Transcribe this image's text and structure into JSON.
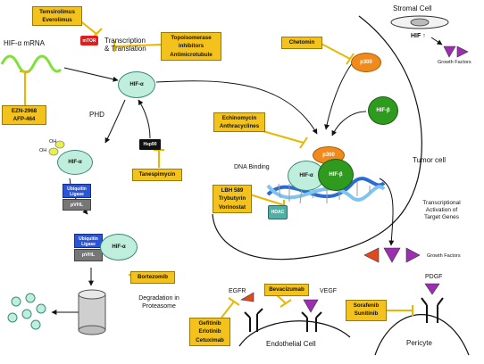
{
  "drugs": {
    "temsirolimus": [
      "Temsirolimus",
      "Everolimus"
    ],
    "topoisomerase": [
      "Topoisomerase",
      "inhibitors",
      "Antimicrotubule"
    ],
    "chetomin": [
      "Chetomin"
    ],
    "ezn": [
      "EZN-2968",
      "AFP-464"
    ],
    "echinomycin": [
      "Echinomycin",
      "Anthracyclines"
    ],
    "tanespimycin": [
      "Tanespimycin"
    ],
    "lbh": [
      "LBH 589",
      "Trybutyrin",
      "Vorinostat"
    ],
    "bortezomib": [
      "Bortezomib"
    ],
    "bevacizumab": [
      "Bevacizumab"
    ],
    "sorafenib": [
      "Sorafenib",
      "Sunitinib"
    ],
    "gefitinib": [
      "Gefitinib",
      "Erlotinib",
      "Cetuximab"
    ]
  },
  "labels": {
    "hif_mrna": "HIF-α mRNA",
    "mtor": "mTOR",
    "transcription_1": "Transcription",
    "transcription_2": "& Translation",
    "stromal_cell": "Stromal Cell",
    "hif_up": "HIF ↑",
    "growth_factors_top": "Growth Factors",
    "phd": "PHD",
    "oh1": "OH",
    "oh2": "OH",
    "hsp90": "Hsp90",
    "dna_binding": "DNA Binding",
    "tumor_cell": "Tumor cell",
    "hdac": "HDAC",
    "tx_act_1": "Transcriptional",
    "tx_act_2": "Activation of",
    "tx_act_3": "Target Genes",
    "growth_factors_mid": "Growth Factors",
    "degradation_1": "Degradation in",
    "degradation_2": "Proteasome",
    "egfr": "EGFR",
    "vegf": "VEGF",
    "pdgf": "PDGF",
    "endothelial": "Endothelial Cell",
    "pericyte": "Pericyte",
    "ubiquitin_1": "Ubiquitin",
    "ubiquitin_2": "Ligase",
    "pvhl": "pVHL"
  },
  "molecules": {
    "hif_alpha": "HIF-α",
    "hif_beta": "HIF-β",
    "p300": "p300"
  },
  "colors": {
    "drug_box": "#f4c21c",
    "hif_alpha": "#bfeedd",
    "hif_beta": "#2e9a1e",
    "p300": "#f08a1c",
    "mrna": "#7fe03a",
    "mtor": "#e01e1e",
    "ubiquitin": "#2b55d8",
    "pvhl": "#777777",
    "growth_factor_purple": "#9b2fb0",
    "growth_factor_red": "#e2491f",
    "inhibitor_line": "#f4c21c"
  }
}
